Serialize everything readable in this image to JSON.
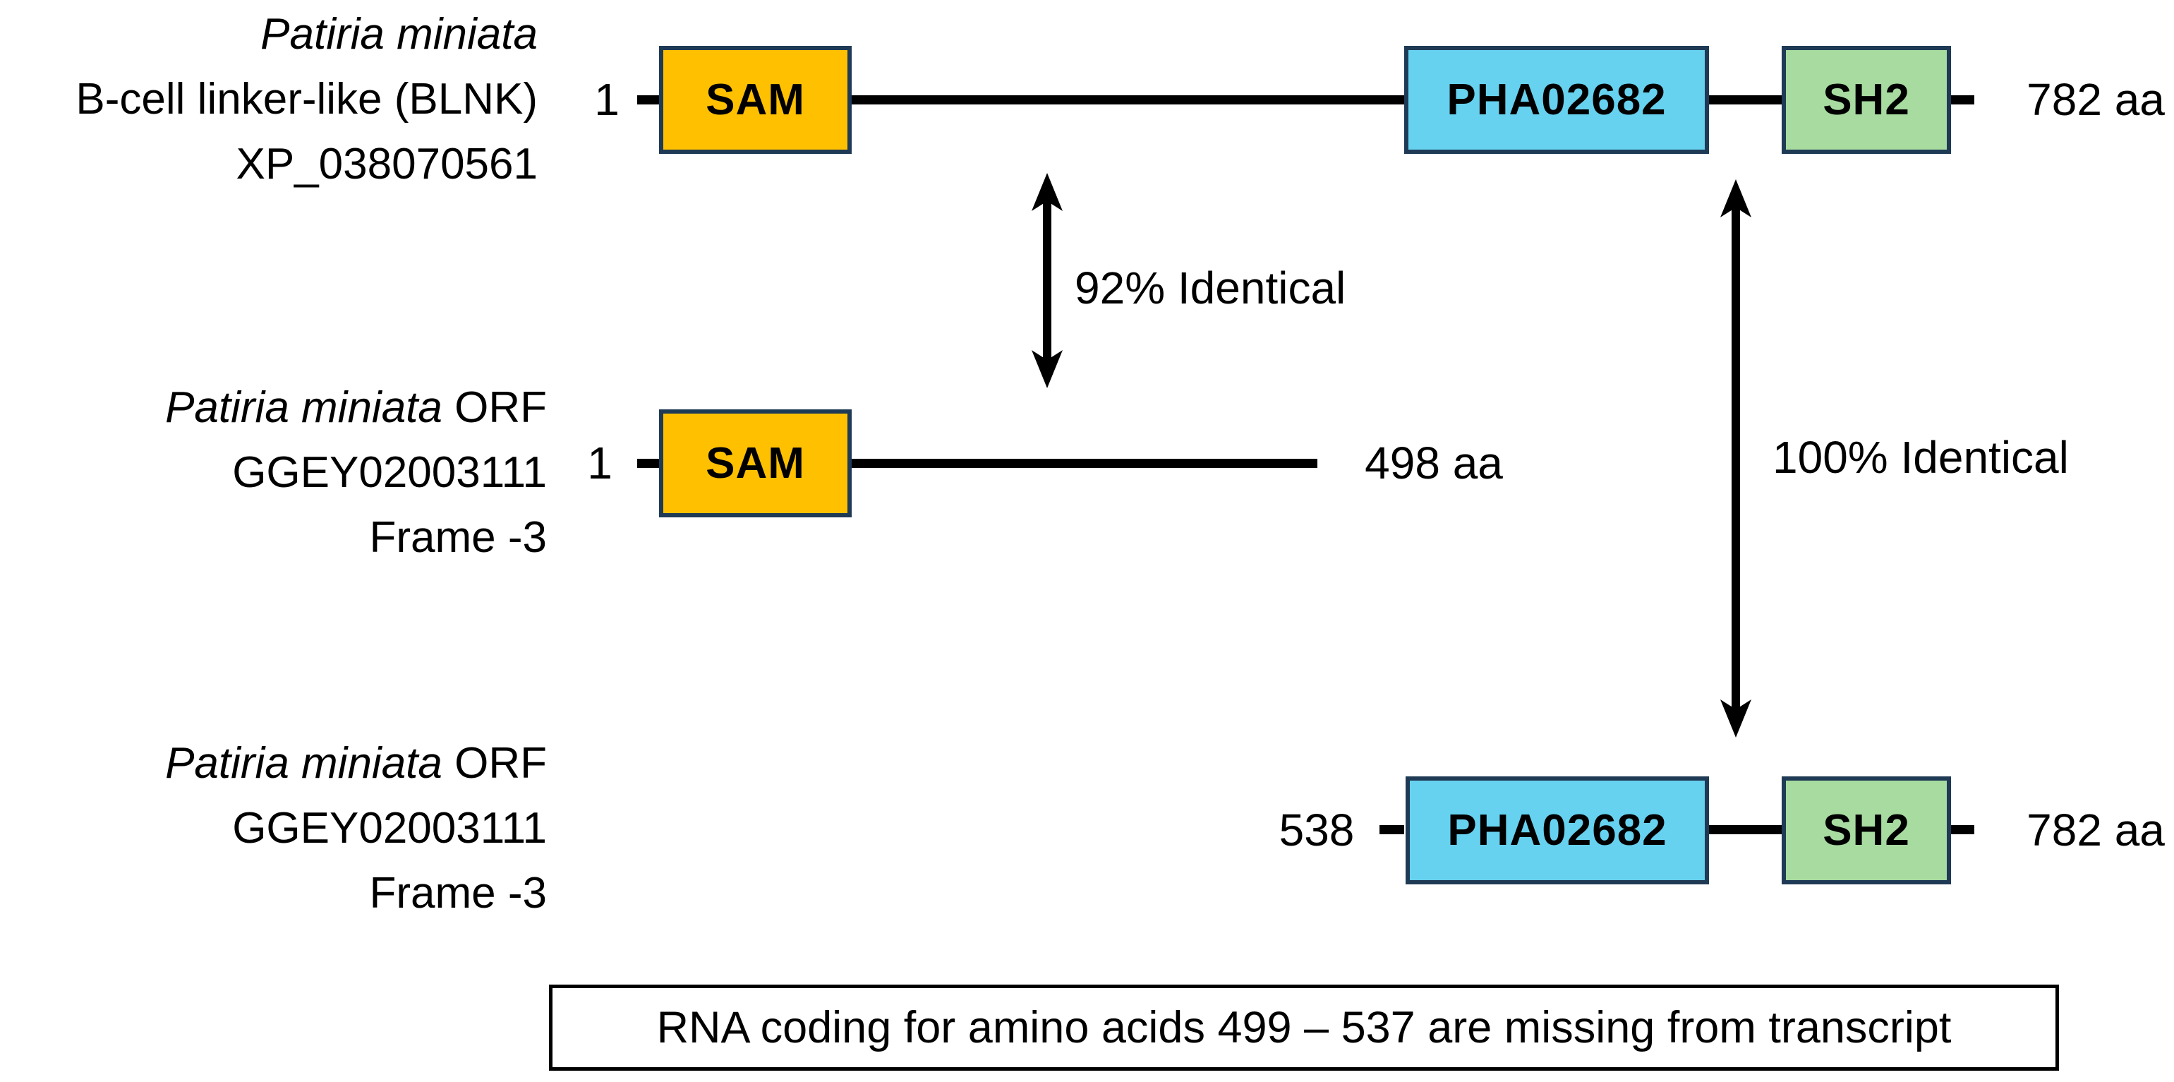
{
  "figure": {
    "type": "protein-domain-comparison-diagram",
    "background": "#FFFFFF"
  },
  "colors": {
    "sam_fill": "#FFC000",
    "pha_fill": "#66D2F0",
    "sh2_fill": "#A7DBA0",
    "box_border": "#1F3A55",
    "line": "#000000",
    "note_border": "#000000",
    "text": "#000000"
  },
  "rows": [
    {
      "label": {
        "species_italic": "Patiria miniata",
        "species_suffix": "",
        "line2": "B-cell linker-like (BLNK)",
        "line3": "XP_038070561"
      },
      "start_label": "1",
      "end_label": "782 aa",
      "domains": {
        "sam": "SAM",
        "pha": "PHA02682",
        "sh2": "SH2"
      }
    },
    {
      "label": {
        "species_italic": "Patiria miniata",
        "species_suffix": " ORF",
        "line2": "GGEY02003111",
        "line3": "Frame -3"
      },
      "start_label": "1",
      "end_label": "498 aa",
      "domains": {
        "sam": "SAM"
      }
    },
    {
      "label": {
        "species_italic": "Patiria miniata",
        "species_suffix": " ORF",
        "line2": "GGEY02003111",
        "line3": "Frame -3"
      },
      "start_label": "538",
      "end_label": "782 aa",
      "domains": {
        "pha": "PHA02682",
        "sh2": "SH2"
      }
    }
  ],
  "annotations": {
    "identity_sam": "92% Identical",
    "identity_cterm": "100% Identical"
  },
  "footnote": "RNA coding for amino acids 499 – 537 are missing from transcript"
}
